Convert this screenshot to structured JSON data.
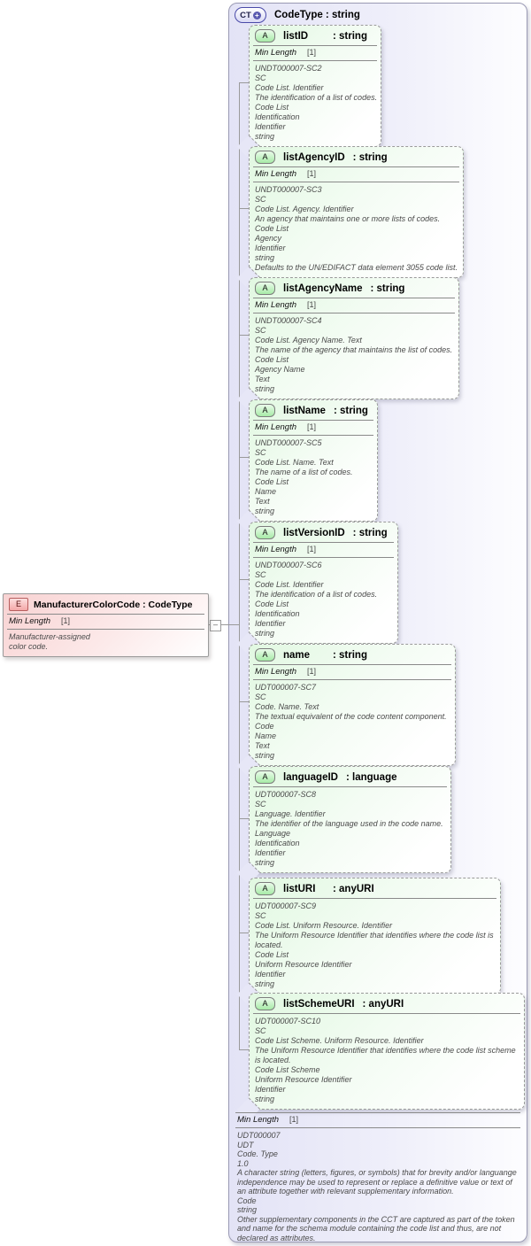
{
  "colors": {
    "attribute_fill": "#e1f8e1",
    "element_fill": "#f8d2d2",
    "container_fill": "#e3e3f6",
    "line": "#9a9a9a"
  },
  "connector": {
    "collapse_glyph": "–"
  },
  "element_box": {
    "badge": "E",
    "title": "ManufacturerColorCode : CodeType",
    "fact_label": "Min Length",
    "fact_value": "[1]",
    "annotations": [
      "Manufacturer-assigned",
      "color code."
    ]
  },
  "code_type": {
    "badge": "CT",
    "badge_plus": "+",
    "title": "CodeType : string",
    "fact_label": "Min Length",
    "fact_value": "[1]",
    "annotations": [
      "UDT000007",
      "UDT",
      "Code. Type",
      "1.0",
      "A character string (letters, figures, or symbols) that for brevity and/or languange independence may be used to represent or replace a definitive value or text of an attribute together with relevant supplementary information.",
      "Code",
      "string",
      "Other supplementary components in the CCT are captured as part of the token and name for the schema module containing the code list and thus, are not declared as attributes."
    ],
    "attributes": [
      {
        "badge": "A",
        "name": "listID",
        "type": ": string",
        "fact_label": "Min Length",
        "fact_value": "[1]",
        "annotations": [
          "UNDT000007-SC2",
          "SC",
          "Code List. Identifier",
          "The identification of a list of codes.",
          "Code List",
          "Identification",
          "Identifier",
          "string"
        ]
      },
      {
        "badge": "A",
        "name": "listAgencyID",
        "type": ": string",
        "fact_label": "Min Length",
        "fact_value": "[1]",
        "annotations": [
          "UNDT000007-SC3",
          "SC",
          "Code List. Agency. Identifier",
          "An agency that maintains one or more lists of codes.",
          "Code List",
          "Agency",
          "Identifier",
          "string",
          "Defaults to the UN/EDIFACT data element 3055 code list."
        ]
      },
      {
        "badge": "A",
        "name": "listAgencyName",
        "type": ": string",
        "fact_label": "Min Length",
        "fact_value": "[1]",
        "annotations": [
          "UNDT000007-SC4",
          "SC",
          "Code List. Agency Name. Text",
          "The name of the agency that maintains the list of codes.",
          "Code List",
          "Agency Name",
          "Text",
          "string"
        ]
      },
      {
        "badge": "A",
        "name": "listName",
        "type": ": string",
        "fact_label": "Min Length",
        "fact_value": "[1]",
        "annotations": [
          "UNDT000007-SC5",
          "SC",
          "Code List. Name. Text",
          "The name of a list of codes.",
          "Code List",
          "Name",
          "Text",
          "string"
        ]
      },
      {
        "badge": "A",
        "name": "listVersionID",
        "type": ": string",
        "fact_label": "Min Length",
        "fact_value": "[1]",
        "annotations": [
          "UNDT000007-SC6",
          "SC",
          "Code List. Identifier",
          "The identification of a list of codes.",
          "Code List",
          "Identification",
          "Identifier",
          "string"
        ]
      },
      {
        "badge": "A",
        "name": "name",
        "type": ": string",
        "fact_label": "Min Length",
        "fact_value": "[1]",
        "annotations": [
          "UDT000007-SC7",
          "SC",
          "Code. Name. Text",
          "The textual equivalent of the code content component.",
          "Code",
          "Name",
          "Text",
          "string"
        ]
      },
      {
        "badge": "A",
        "name": "languageID",
        "type": ": language",
        "annotations": [
          "UDT000007-SC8",
          "SC",
          "Language. Identifier",
          "The identifier of the language used in the code name.",
          "Language",
          "Identification",
          "Identifier",
          "string"
        ]
      },
      {
        "badge": "A",
        "name": "listURI",
        "type": ": anyURI",
        "annotations": [
          "UDT000007-SC9",
          "SC",
          "Code List. Uniform Resource. Identifier",
          "The Uniform Resource Identifier that identifies where the code list is located.",
          "Code List",
          "Uniform Resource Identifier",
          "Identifier",
          "string"
        ]
      },
      {
        "badge": "A",
        "name": "listSchemeURI",
        "type": ": anyURI",
        "annotations": [
          "UDT000007-SC10",
          "SC",
          "Code List Scheme. Uniform Resource. Identifier",
          "The Uniform Resource Identifier that identifies where the code list scheme is located.",
          "Code List Scheme",
          "Uniform Resource Identifier",
          "Identifier",
          "string"
        ]
      }
    ]
  }
}
